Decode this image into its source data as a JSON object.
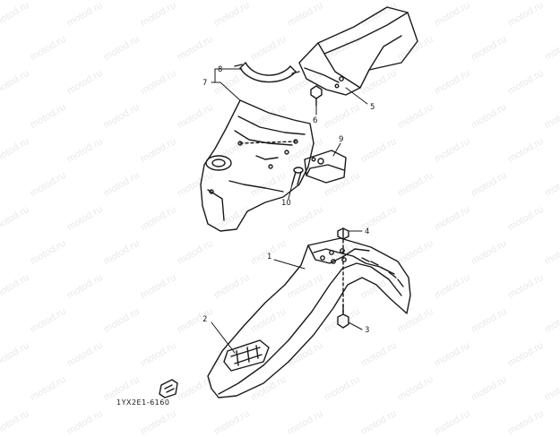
{
  "diagram": {
    "watermark_text": "motod.ru",
    "part_number": "1YX2E1-6160",
    "callouts": [
      "1",
      "2",
      "3",
      "4",
      "5",
      "6",
      "7",
      "8",
      "9",
      "10"
    ]
  },
  "colors": {
    "line": "#1a1a1a",
    "background": "#ffffff",
    "watermark": "#e9e9e9"
  }
}
